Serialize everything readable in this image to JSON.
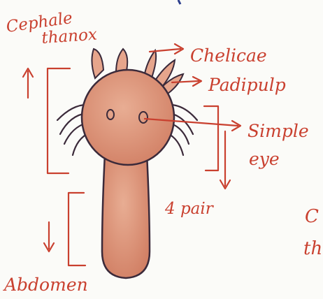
{
  "labels": {
    "cephalothorax_line1": "Cephale",
    "cephalothorax_line2": "thanox",
    "chelicerae": "Chelicae",
    "pedipalp": "Padipulp",
    "simple_eye_line1": "Simple",
    "simple_eye_line2": "eye",
    "legs": "4 pair",
    "abdomen": "Abdomen",
    "cut_text_1": "C",
    "cut_text_2": "th"
  },
  "colors": {
    "ink_red": "#c9402f",
    "body_fill": "#d98a6e",
    "body_fill_light": "#e6a58c",
    "outline": "#3b2a3a",
    "paper": "#fbfbf8",
    "blue_stroke": "#2c3e8c"
  }
}
